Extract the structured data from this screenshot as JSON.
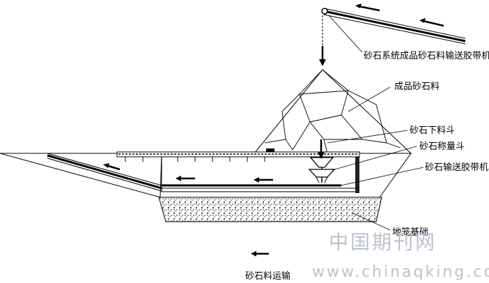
{
  "labels": {
    "conveyor_top": "砂石系统成品砂石料输送胶带机",
    "product_pile": "成品砂石料",
    "discharge_hopper": "砂石下料斗",
    "weigh_hopper": "砂石称量斗",
    "conveyor_belt": "砂石输送胶带机",
    "foundation": "地笼基础",
    "transport": "砂石料运输"
  },
  "watermark": {
    "site_cn": "中国期刊网",
    "url": "www.chinaqking.com"
  },
  "colors": {
    "line": "#000000",
    "watermark": "#b9c2cf",
    "foundation_fill": "#9a9a9a"
  },
  "icons": [
    "arrow-left-icon",
    "arrow-down-icon"
  ]
}
